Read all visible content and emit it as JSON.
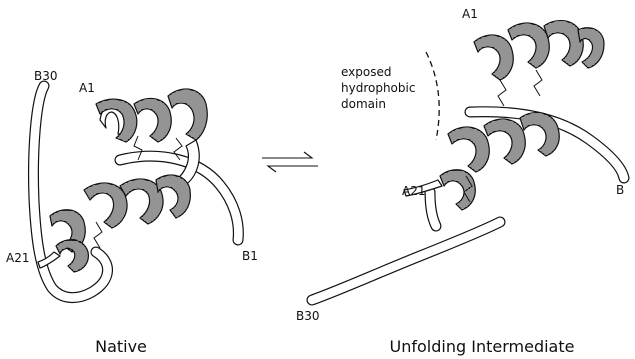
{
  "native": {
    "caption": "Native",
    "label_b30": "B30",
    "label_a1": "A1",
    "label_a21": "A21",
    "label_b1": "B1"
  },
  "intermediate": {
    "caption": "Unfolding Intermediate",
    "label_a1": "A1",
    "label_a21": "A21",
    "label_b": "B",
    "label_b30": "B30",
    "annotation_line1": "exposed",
    "annotation_line2": "hydrophobic",
    "annotation_line3": "domain"
  },
  "equilibrium_symbol": "⇌"
}
